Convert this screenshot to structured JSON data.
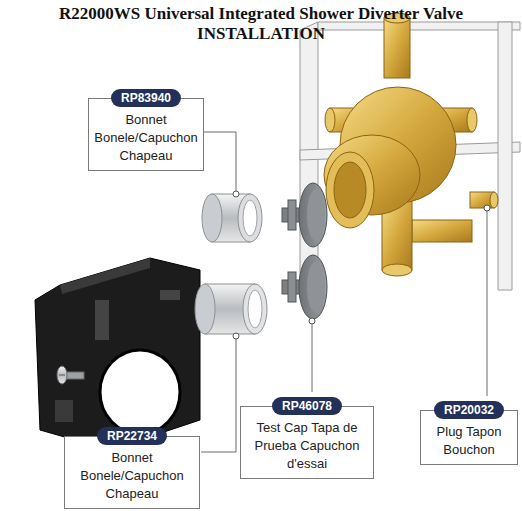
{
  "diagram": {
    "title": "R22000WS Universal Integrated Shower Diverter Valve INSTALLATION",
    "nodes": [
      {
        "text": [
          "RP83940",
          "Bonnet Bonele/Capuchon Chapeau"
        ]
      },
      {
        "text": [
          "RP22734",
          "Bonnet Bonele/Capuchon Chapeau"
        ]
      },
      {
        "text": [
          "RP46078",
          "Test Cap Tapa de Prueba Capuchon d'essai"
        ]
      },
      {
        "text": [
          "RP20032",
          "Plug Tapon Bouchon"
        ]
      }
    ]
  }
}
